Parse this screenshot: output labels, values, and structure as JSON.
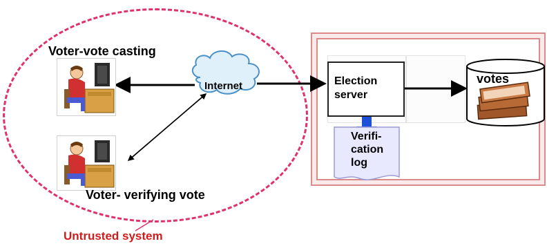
{
  "diagram": {
    "voter_casting_label": "Voter-vote casting",
    "voter_verifying_label": "Voter- verifying vote",
    "internet_label": "Internet",
    "server_label_line1": "Election",
    "server_label_line2": "server",
    "votes_label": "votes",
    "log_line1": "Verifi-",
    "log_line2": "cation",
    "log_line3": "log",
    "untrusted_label": "Untrusted system",
    "colors": {
      "untrusted": "#e0306e",
      "untrusted_text": "#d01c1c",
      "trusted_border": "#d98a8a",
      "cloud_fill": "#dff0fb",
      "cloud_stroke": "#4a90c8",
      "log_arrow": "#1f4fd8",
      "log_doc": "#e8e9ff"
    }
  }
}
